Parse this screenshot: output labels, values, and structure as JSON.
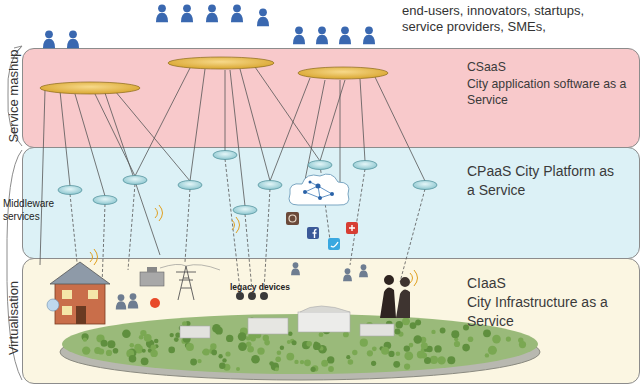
{
  "diagram": {
    "nodes": [
      {
        "text": [
          "CSaaS",
          "City application software as a Service"
        ]
      },
      {
        "text": [
          "CPaaS City Platform as a Service"
        ]
      },
      {
        "text": [
          "CIaaS",
          "City Infrastructure as a Service"
        ]
      }
    ],
    "labels": [
      "end-users, innovators, startups, service providers, SMEs,",
      "Service mashup",
      "Middleware services",
      "Virtualisation",
      "legacy devices"
    ]
  }
}
